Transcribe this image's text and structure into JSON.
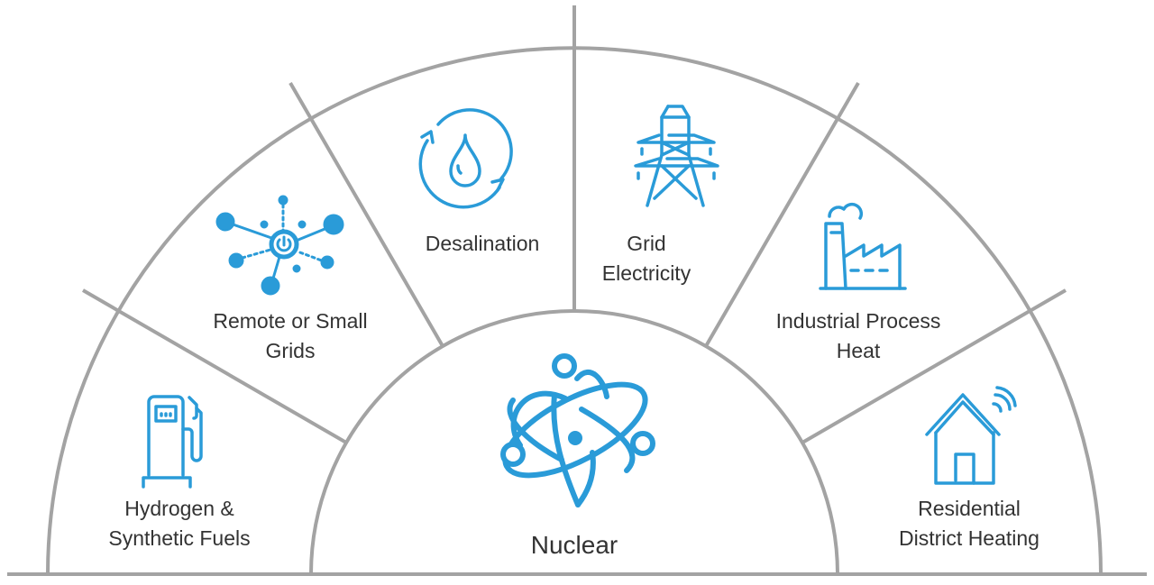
{
  "colors": {
    "line": "#a3a3a3",
    "icon": "#2a9bd8",
    "text": "#333333",
    "background": "#ffffff"
  },
  "center": {
    "label": "Nuclear",
    "icon": "atom-icon"
  },
  "segments": [
    {
      "id": "hydrogen",
      "line1": "Hydrogen &",
      "line2": "Synthetic Fuels",
      "icon": "fuel-pump-icon"
    },
    {
      "id": "remote-grids",
      "line1": "Remote or Small",
      "line2": "Grids",
      "icon": "network-power-icon"
    },
    {
      "id": "desalination",
      "line1": "Desalination",
      "line2": "",
      "icon": "water-recycle-icon"
    },
    {
      "id": "grid-electricity",
      "line1": "Grid",
      "line2": "Electricity",
      "icon": "transmission-tower-icon"
    },
    {
      "id": "industrial-heat",
      "line1": "Industrial Process",
      "line2": "Heat",
      "icon": "factory-icon"
    },
    {
      "id": "district-heating",
      "line1": "Residential",
      "line2": "District Heating",
      "icon": "smart-house-icon"
    }
  ]
}
